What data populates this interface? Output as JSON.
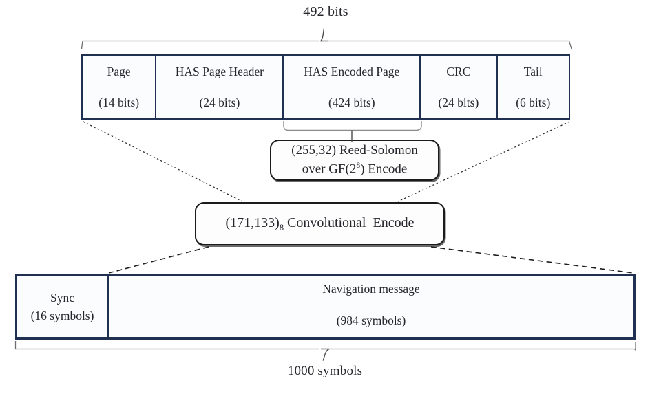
{
  "colors": {
    "box_border": "#203050",
    "rounded_box_border": "#1b1b1b",
    "text": "#26262c",
    "background": "#ffffff"
  },
  "top_annotation": {
    "label": "492 bits"
  },
  "packet_box": {
    "cells": [
      {
        "name": "Page",
        "size": "(14 bits)"
      },
      {
        "name": "HAS Page Header",
        "size": "(24 bits)"
      },
      {
        "name": "HAS Encoded Page",
        "size": "(424 bits)"
      },
      {
        "name": "CRC",
        "size": "(24 bits)"
      },
      {
        "name": "Tail",
        "size": "(6 bits)"
      }
    ]
  },
  "reed_solomon_box": {
    "line1": "(255,32) Reed-Solomon",
    "line2_before": "over GF(2",
    "line2_sup": "8",
    "line2_after": ") Encode"
  },
  "convolutional_box": {
    "before": "(171,133)",
    "sub": "8",
    "after": " Convolutional  Encode"
  },
  "symbol_box": {
    "cells": [
      {
        "name": "Sync",
        "size": "(16 symbols)"
      },
      {
        "name": "Navigation message",
        "size": "(984 symbols)"
      }
    ]
  },
  "bottom_annotation": {
    "label": "1000 symbols"
  }
}
